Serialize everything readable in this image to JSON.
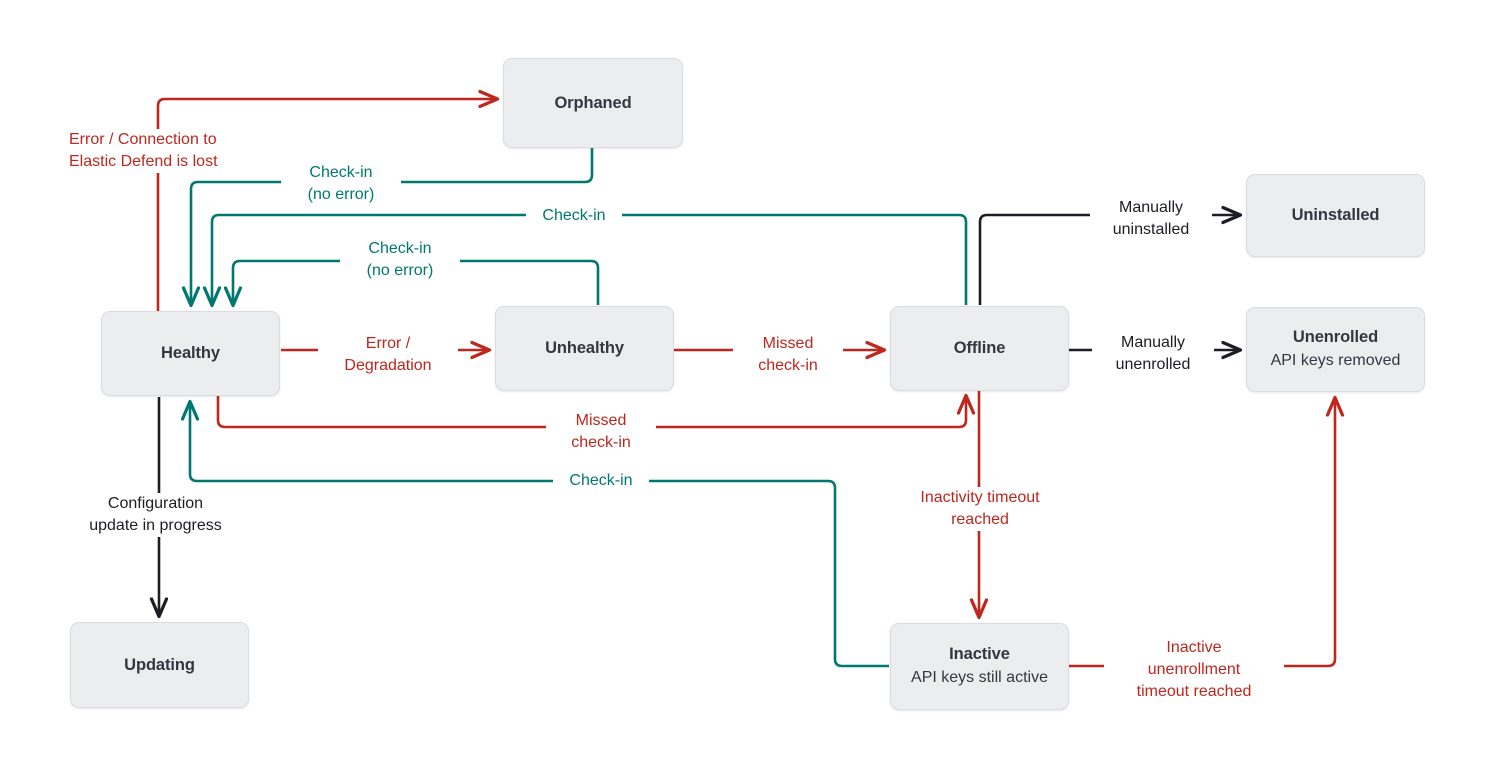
{
  "diagram": {
    "title": "Elastic Agent status state diagram",
    "colors": {
      "red": "#bd271e",
      "teal": "#007871",
      "black": "#1d1e24",
      "node_fill": "#ecedef",
      "node_border": "#d9dce3",
      "node_text": "#343741",
      "background": "#ffffff"
    },
    "nodes": [
      {
        "id": "orphaned",
        "title": "Orphaned",
        "subtitle": ""
      },
      {
        "id": "healthy",
        "title": "Healthy",
        "subtitle": ""
      },
      {
        "id": "unhealthy",
        "title": "Unhealthy",
        "subtitle": ""
      },
      {
        "id": "offline",
        "title": "Offline",
        "subtitle": ""
      },
      {
        "id": "uninstalled",
        "title": "Uninstalled",
        "subtitle": ""
      },
      {
        "id": "unenrolled",
        "title": "Unenrolled",
        "subtitle": "API keys removed"
      },
      {
        "id": "inactive",
        "title": "Inactive",
        "subtitle": "API keys still active"
      },
      {
        "id": "updating",
        "title": "Updating",
        "subtitle": ""
      }
    ],
    "edges": [
      {
        "id": "healthy-to-orphaned",
        "from": "healthy",
        "to": "orphaned",
        "color": "red",
        "label_line1": "Error / Connection to",
        "label_line2": "Elastic Defend is lost"
      },
      {
        "id": "orphaned-to-healthy",
        "from": "orphaned",
        "to": "healthy",
        "color": "teal",
        "label_line1": "Check-in",
        "label_line2": "(no error)"
      },
      {
        "id": "offline-to-healthy",
        "from": "offline",
        "to": "healthy",
        "color": "teal",
        "label_line1": "Check-in",
        "label_line2": ""
      },
      {
        "id": "unhealthy-to-healthy",
        "from": "unhealthy",
        "to": "healthy",
        "color": "teal",
        "label_line1": "Check-in",
        "label_line2": "(no error)"
      },
      {
        "id": "healthy-to-unhealthy",
        "from": "healthy",
        "to": "unhealthy",
        "color": "red",
        "label_line1": "Error /",
        "label_line2": "Degradation"
      },
      {
        "id": "unhealthy-to-offline",
        "from": "unhealthy",
        "to": "offline",
        "color": "red",
        "label_line1": "Missed",
        "label_line2": "check-in"
      },
      {
        "id": "healthy-to-offline",
        "from": "healthy",
        "to": "offline",
        "color": "red",
        "label_line1": "Missed",
        "label_line2": "check-in"
      },
      {
        "id": "offline-to-uninstalled",
        "from": "offline",
        "to": "uninstalled",
        "color": "black",
        "label_line1": "Manually",
        "label_line2": "uninstalled"
      },
      {
        "id": "offline-to-unenrolled",
        "from": "offline",
        "to": "unenrolled",
        "color": "black",
        "label_line1": "Manually",
        "label_line2": "unenrolled"
      },
      {
        "id": "offline-to-inactive",
        "from": "offline",
        "to": "inactive",
        "color": "red",
        "label_line1": "Inactivity timeout",
        "label_line2": "reached"
      },
      {
        "id": "inactive-to-healthy",
        "from": "inactive",
        "to": "healthy",
        "color": "teal",
        "label_line1": "Check-in",
        "label_line2": ""
      },
      {
        "id": "inactive-to-unenrolled",
        "from": "inactive",
        "to": "unenrolled",
        "color": "red",
        "label_line1": "Inactive",
        "label_line2": "unenrollment",
        "label_line3": "timeout reached"
      },
      {
        "id": "healthy-to-updating",
        "from": "healthy",
        "to": "updating",
        "color": "black",
        "label_line1": "Configuration",
        "label_line2": "update in progress"
      }
    ],
    "labels": {
      "error_connection_lost": "Error / Connection to\nElastic Defend is lost",
      "checkin_no_error_top": "Check-in\n(no error)",
      "checkin_offline": "Check-in",
      "checkin_no_error_mid": "Check-in\n(no error)",
      "error_degradation": "Error /\nDegradation",
      "missed_checkin_unhealthy": "Missed\ncheck-in",
      "missed_checkin_healthy": "Missed\ncheck-in",
      "manually_uninstalled": "Manually\nuninstalled",
      "manually_unenrolled": "Manually\nunenrolled",
      "inactivity_timeout": "Inactivity timeout\nreached",
      "checkin_inactive": "Check-in",
      "inactive_unenrollment": "Inactive\nunenrollment\ntimeout reached",
      "configuration_update": "Configuration\nupdate in progress"
    }
  }
}
